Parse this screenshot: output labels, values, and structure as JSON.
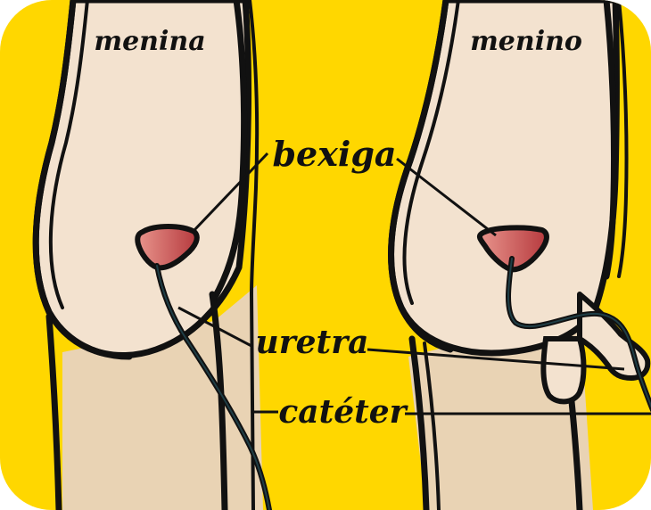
{
  "colors": {
    "background": "#FFD700",
    "skin": "#F3E2CF",
    "leg_shadow": "#E9D3B4",
    "bladder_dark": "#B63A3E",
    "bladder_light": "#E8948C",
    "outline": "#111111",
    "catheter": "#1F3E46"
  },
  "labels": {
    "girl": "menina",
    "boy": "menino",
    "bladder": "bexiga",
    "urethra": "uretra",
    "catheter": "catéter"
  }
}
